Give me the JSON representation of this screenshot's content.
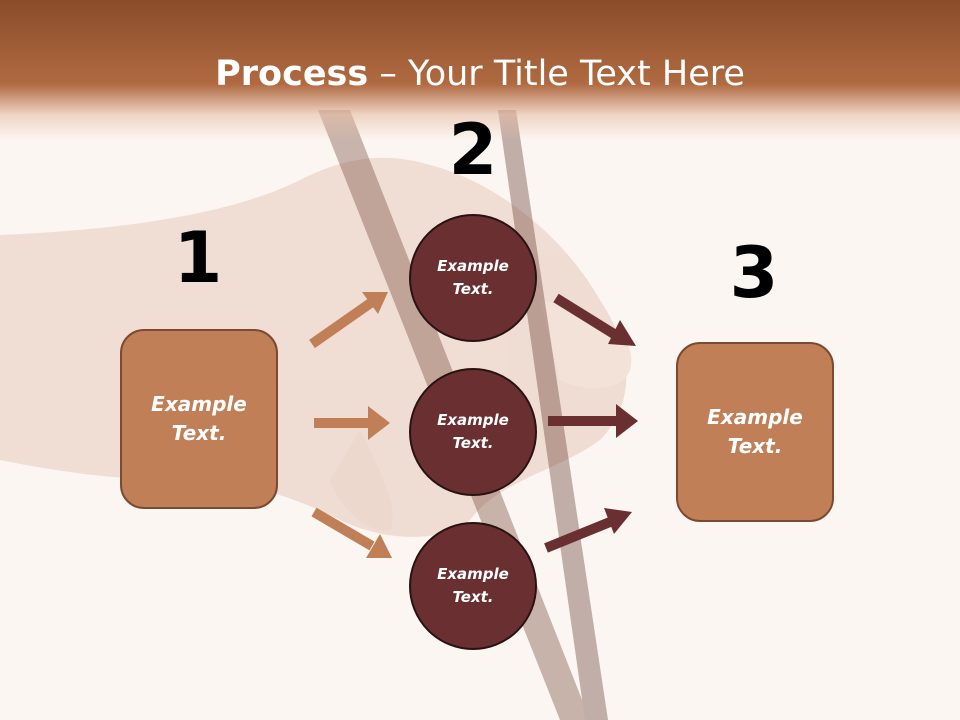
{
  "title": {
    "bold": "Process",
    "separator": " – ",
    "rest": "Your Title Text Here"
  },
  "numbers": {
    "one": "1",
    "two": "2",
    "three": "3"
  },
  "left_box": {
    "text": "Example\nText."
  },
  "right_box": {
    "text": "Example\nText."
  },
  "circles": [
    {
      "text": "Example\nText."
    },
    {
      "text": "Example\nText."
    },
    {
      "text": "Example\nText."
    }
  ],
  "colors": {
    "header": "#a45f38",
    "box_fill": "#c07f57",
    "circle_fill": "#6a2f30",
    "arrow_light": "#c07f57",
    "arrow_dark": "#6a2f30"
  }
}
